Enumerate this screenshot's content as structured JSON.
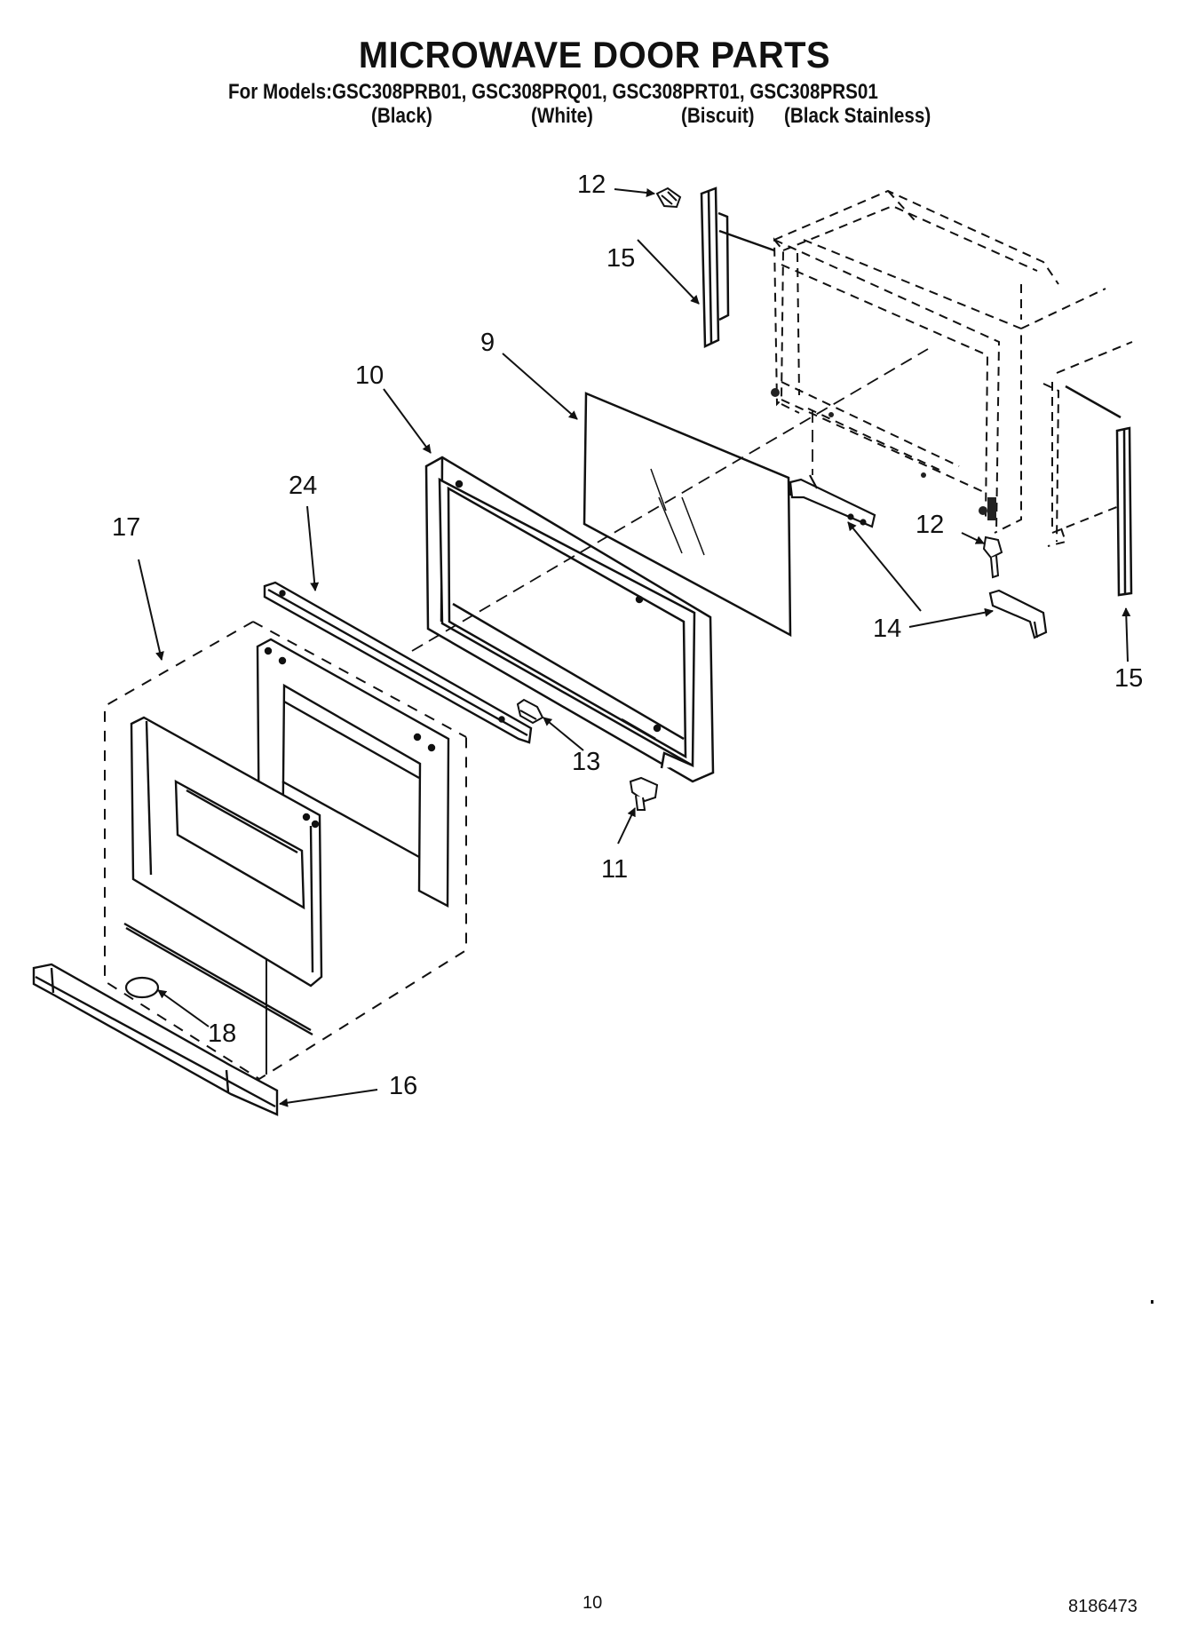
{
  "title": "MICROWAVE DOOR PARTS",
  "models_line": "For Models:GSC308PRB01, GSC308PRQ01, GSC308PRT01, GSC308PRS01",
  "colors": [
    "(Black)",
    "(White)",
    "(Biscuit)",
    "(Black Stainless)"
  ],
  "callouts": {
    "c12_top": "12",
    "c15_top": "15",
    "c9": "9",
    "c10": "10",
    "c24": "24",
    "c17": "17",
    "c12_mid": "12",
    "c14": "14",
    "c15_right": "15",
    "c13": "13",
    "c11": "11",
    "c18": "18",
    "c16": "16"
  },
  "page_number": "10",
  "doc_number": "8186473"
}
